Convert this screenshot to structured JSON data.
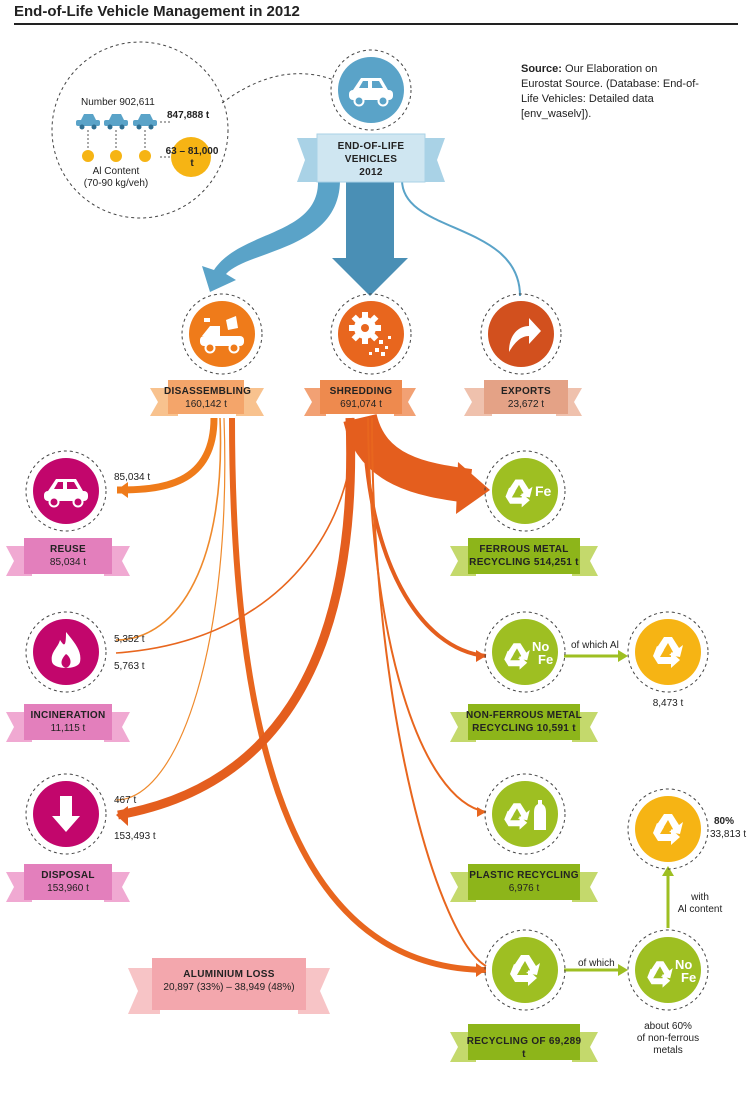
{
  "title": "End-of-Life Vehicle Management in 2012",
  "source": {
    "bold": "Source:",
    "text": "Our Elaboration on Eurostat Source. (Database: End-of-Life Vehicles: Detailed data [env_waselv])."
  },
  "callout": {
    "number_label": "Number 902,611",
    "weight": "847,888 t",
    "al_value": "63 – 81,000 t",
    "al_content_line1": "Al Content",
    "al_content_line2": "(70-90 kg/veh)"
  },
  "nodes": {
    "elv": {
      "line1": "END-OF-LIFE",
      "line2": "VEHICLES",
      "value": "2012"
    },
    "disassembling": {
      "name": "DISASSEMBLING",
      "value": "160,142 t"
    },
    "shredding": {
      "name": "SHREDDING",
      "value": "691,074 t"
    },
    "exports": {
      "name": "EXPORTS",
      "value": "23,672 t"
    },
    "reuse": {
      "name": "REUSE",
      "value": "85,034 t"
    },
    "incineration": {
      "name": "INCINERATION",
      "value": "11,115 t"
    },
    "disposal": {
      "name": "DISPOSAL",
      "value": "153,960 t"
    },
    "aluminium_loss": {
      "name": "ALUMINIUM LOSS",
      "value": "20,897 (33%) – 38,949 (48%)"
    },
    "ferrous": {
      "line1": "FERROUS METAL",
      "line2": "RECYCLING 514,251 t"
    },
    "nonferrous": {
      "line1": "NON-FERROUS METAL",
      "line2": "RECYCLING 10,591 t"
    },
    "plastic": {
      "line1": "PLASTIC RECYCLING",
      "line2": "6,976 t"
    },
    "recycling": {
      "line1": "RECYCLING OF 69,289 t"
    }
  },
  "flow_labels": {
    "reuse": "85,034 t",
    "incin_a": "5,352 t",
    "incin_b": "5,763 t",
    "disp_a": "467 t",
    "disp_b": "153,493 t",
    "of_which_al": "of which Al",
    "al_value": "8,473 t",
    "of_which": "of which",
    "about1": "about 60%",
    "about2": "of non-ferrous",
    "about3": "metals",
    "with1": "with",
    "with2": "Al content",
    "pct": "80%",
    "pct_value": "33,813 t"
  },
  "icon_text": {
    "fe": "Fe",
    "no": "No",
    "fe2": "Fe"
  },
  "colors": {
    "blue": "#5aa3c8",
    "blue_dark": "#4a8fb5",
    "orange": "#e8661e",
    "orange_light": "#f4a56a",
    "orange_box": "#ee8a4e",
    "salmon": "#e4a286",
    "exports_circle": "#d2501e",
    "magenta": "#c2066c",
    "pink": "#e37fbc",
    "pink_light": "#f3a7ad",
    "green": "#9ebf22",
    "green_box": "#8db51a",
    "yellow": "#f6b414"
  }
}
